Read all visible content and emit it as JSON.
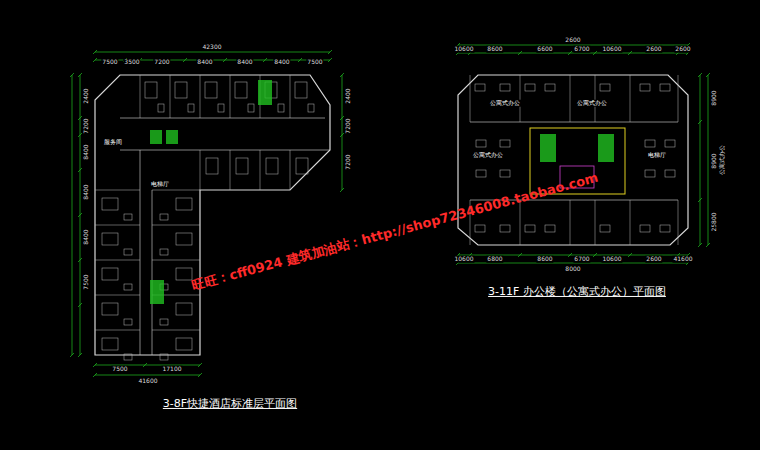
{
  "diagram": {
    "labels": [
      "3-8F快捷酒店标准层平面图",
      "3-11F 办公楼（公寓式办公）平面图",
      "旺旺：cff0924  建筑加油站：http://shop72346008.taobao.com",
      "42300",
      "7500",
      "3500",
      "7200",
      "8400",
      "8400",
      "8400",
      "7500",
      "2400",
      "7200",
      "8400",
      "8400",
      "8400",
      "7500",
      "2400",
      "7200",
      "7200",
      "7500",
      "17100",
      "41600",
      "2600",
      "10600",
      "8600",
      "6600",
      "6700",
      "10600",
      "2600",
      "2600",
      "10600",
      "6800",
      "8600",
      "6700",
      "10600",
      "2600",
      "41600",
      "8000",
      "8900",
      "8900",
      "25800",
      "公寓式办公",
      "公寓式办公",
      "公寓式办公",
      "公寓式办公",
      "电梯厅",
      "服务间",
      "电梯厅"
    ]
  }
}
